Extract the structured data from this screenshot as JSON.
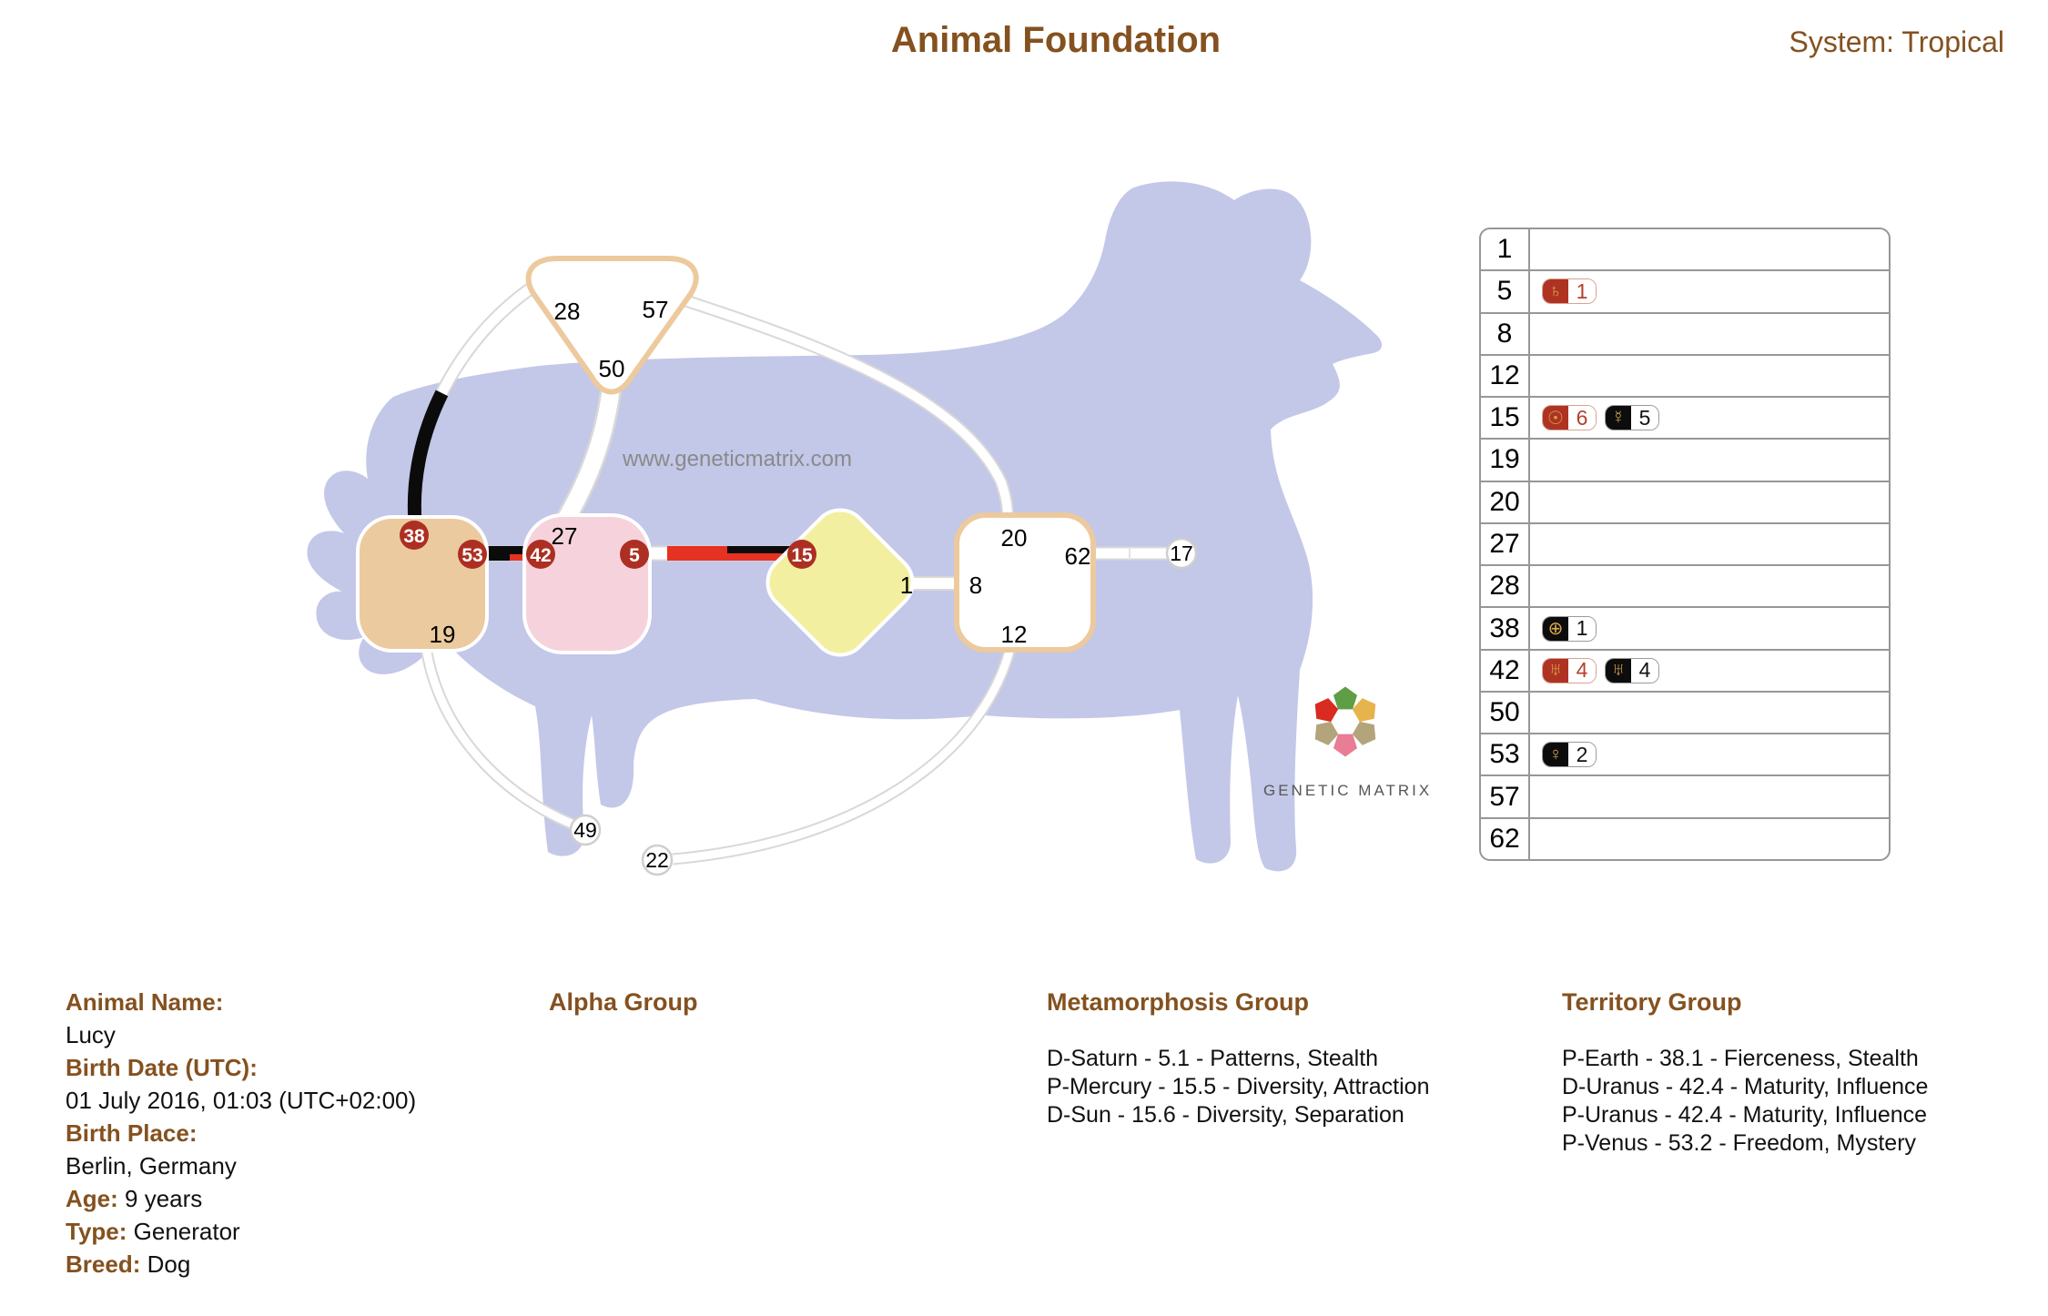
{
  "header": {
    "title": "Animal Foundation",
    "system_label": "System: Tropical"
  },
  "watermark": "www.geneticmatrix.com",
  "logo": {
    "text": "GENETIC MATRIX"
  },
  "colors": {
    "brown": "#84511f",
    "lavender": "#c3c7e8",
    "tan_center": "#ecca9f",
    "pink_center": "#f6d3dc",
    "yellow_center": "#f2f0a0",
    "center_border_tan": "#ecca9e",
    "gate_circle_red": "#ad2f22",
    "channel_red": "#e63222",
    "channel_black": "#0b0b0b",
    "badge_red": "#ae3322",
    "badge_black": "#0c0c0c",
    "glyph_gold": "#d9a64a"
  },
  "diagram": {
    "gates": {
      "g28": "28",
      "g57": "57",
      "g50": "50",
      "g38": "38",
      "g53": "53",
      "g19": "19",
      "g27": "27",
      "g42": "42",
      "g5": "5",
      "g15": "15",
      "g1": "1",
      "g20": "20",
      "g62": "62",
      "g8": "8",
      "g12": "12",
      "g17": "17",
      "g49": "49",
      "g22": "22"
    }
  },
  "gate_table": {
    "rows": [
      {
        "gate": "1",
        "badges": []
      },
      {
        "gate": "5",
        "badges": [
          {
            "icon": "saturn-icon",
            "glyph": "♄",
            "line": "1",
            "type": "design"
          }
        ]
      },
      {
        "gate": "8",
        "badges": []
      },
      {
        "gate": "12",
        "badges": []
      },
      {
        "gate": "15",
        "badges": [
          {
            "icon": "sun-icon",
            "glyph": "☉",
            "line": "6",
            "type": "design"
          },
          {
            "icon": "mercury-icon",
            "glyph": "☿",
            "line": "5",
            "type": "personality"
          }
        ]
      },
      {
        "gate": "19",
        "badges": []
      },
      {
        "gate": "20",
        "badges": []
      },
      {
        "gate": "27",
        "badges": []
      },
      {
        "gate": "28",
        "badges": []
      },
      {
        "gate": "38",
        "badges": [
          {
            "icon": "earth-icon",
            "glyph": "⊕",
            "line": "1",
            "type": "personality"
          }
        ]
      },
      {
        "gate": "42",
        "badges": [
          {
            "icon": "uranus-icon",
            "glyph": "♅",
            "line": "4",
            "type": "design"
          },
          {
            "icon": "uranus-icon",
            "glyph": "♅",
            "line": "4",
            "type": "personality"
          }
        ]
      },
      {
        "gate": "50",
        "badges": []
      },
      {
        "gate": "53",
        "badges": [
          {
            "icon": "venus-icon",
            "glyph": "♀",
            "line": "2",
            "type": "personality"
          }
        ]
      },
      {
        "gate": "57",
        "badges": []
      },
      {
        "gate": "62",
        "badges": []
      }
    ]
  },
  "info": {
    "name_label": "Animal Name:",
    "name": "Lucy",
    "birth_date_label": "Birth Date (UTC):",
    "birth_date": "01 July 2016, 01:03 (UTC+02:00)",
    "birth_place_label": "Birth Place:",
    "birth_place": "Berlin, Germany",
    "age_label": "Age:",
    "age": " 9 years",
    "type_label": "Type:",
    "type": " Generator",
    "breed_label": "Breed:",
    "breed": " Dog"
  },
  "groups": {
    "alpha": {
      "heading": "Alpha Group",
      "items": []
    },
    "metamorphosis": {
      "heading": "Metamorphosis Group",
      "items": [
        "D-Saturn - 5.1 - Patterns, Stealth",
        "P-Mercury - 15.5 - Diversity, Attraction",
        "D-Sun - 15.6 - Diversity, Separation"
      ]
    },
    "territory": {
      "heading": "Territory Group",
      "items": [
        "P-Earth - 38.1 - Fierceness, Stealth",
        "D-Uranus - 42.4 - Maturity, Influence",
        "P-Uranus - 42.4 - Maturity, Influence",
        "P-Venus - 53.2 - Freedom, Mystery"
      ]
    }
  }
}
